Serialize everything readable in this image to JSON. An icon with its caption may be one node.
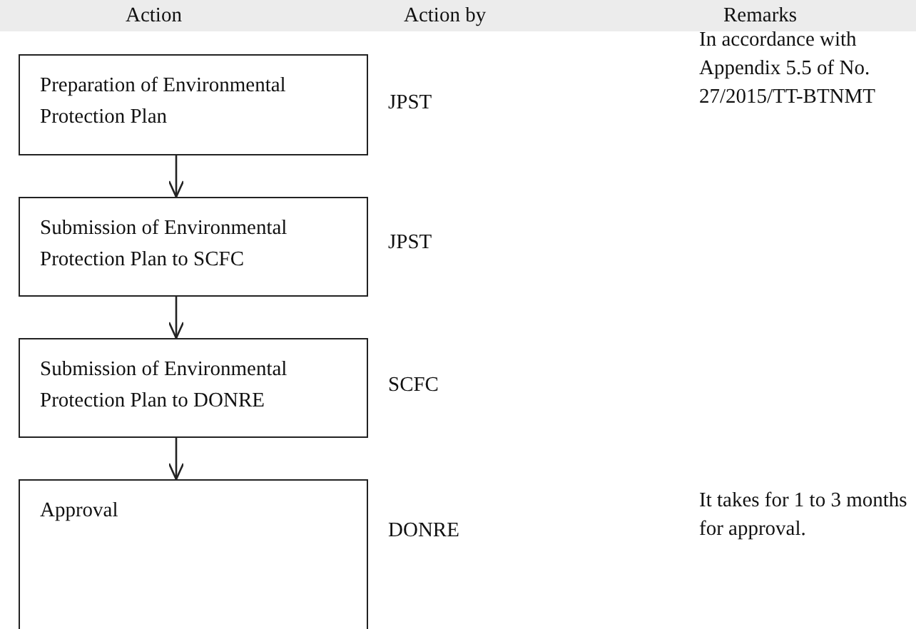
{
  "diagram": {
    "nodes": [
      {
        "text": [
          "Preparation of Environmental Protection Plan"
        ],
        "beside": [
          "JPST"
        ]
      },
      {
        "text": [
          "Submission of Environmental Protection Plan to SCFC"
        ],
        "beside": [
          "JPST"
        ]
      },
      {
        "text": [
          "Submission of Environmental Protection Plan to DONRE"
        ],
        "beside": [
          "SCFC"
        ]
      },
      {
        "text": [
          "Approval"
        ],
        "beside": [
          "DONRE"
        ]
      }
    ],
    "edges": [
      {
        "from": 0,
        "to": 1,
        "arrow": "to"
      },
      {
        "from": 1,
        "to": 2,
        "arrow": "to"
      },
      {
        "from": 2,
        "to": 3,
        "arrow": "to"
      }
    ],
    "labels": [
      "Action",
      "Action by",
      "Remarks",
      "In accordance with Appendix 5.5 of No. 27/2015/TT-BTNMT",
      "It takes for 1 to 3 months for approval."
    ]
  }
}
